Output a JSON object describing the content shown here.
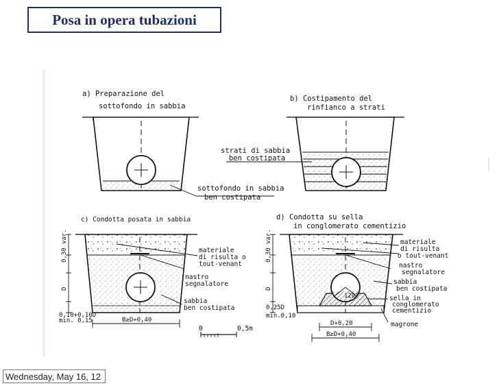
{
  "slide": {
    "title": "Posa in opera tubazioni",
    "footer_date": "Wednesday, May 16, 12"
  },
  "panels": {
    "a": {
      "heading_1": "a) Preparazione del",
      "heading_2": "sottofondo in sabbia",
      "callout_1": "sottofondo in sabbia",
      "callout_2": "ben costipata"
    },
    "b": {
      "heading_1": "b) Costipamento del",
      "heading_2": "rinfianco a strati",
      "callout_1": "strati di sabbia",
      "callout_2": "ben costipata"
    },
    "c": {
      "heading_1": "c) Condotta posata in sabbia",
      "callout_1a": "materiale",
      "callout_1b": "di risulta o",
      "callout_1c": "tout-venant",
      "callout_2a": "nastro",
      "callout_2b": "segnalatore",
      "callout_3a": "sabbia",
      "callout_3b": "ben costipata",
      "dim_var": "0,30 var.",
      "dim_d": "D",
      "dim_bottom_1": "0,10+0,10D",
      "dim_bottom_2": "min. 0,15",
      "dim_width": "B≥D+0,40"
    },
    "d": {
      "heading_1": "d) Condotta su sella",
      "heading_2": "in conglomerato cementizio",
      "callout_1a": "materiale",
      "callout_1b": "di risulta",
      "callout_1c": "o tout-venant",
      "callout_2a": "nastro",
      "callout_2b": "segnalatore",
      "callout_3a": "sabbia",
      "callout_3b": "ben costipata",
      "callout_4a": "sella in",
      "callout_4b": "conglomerato",
      "callout_4c": "cementizio",
      "callout_5": "magrone",
      "angle": "120°",
      "dim_var": "0,30 var.",
      "dim_d": "D",
      "dim_bottom_1": "0,25D",
      "dim_bottom_2": "min.0,10",
      "dim_inner_width": "D+0,20",
      "dim_width": "B≥D+0,40"
    }
  },
  "scale_bar": {
    "label_start": "0",
    "label_end": "0,5m"
  }
}
